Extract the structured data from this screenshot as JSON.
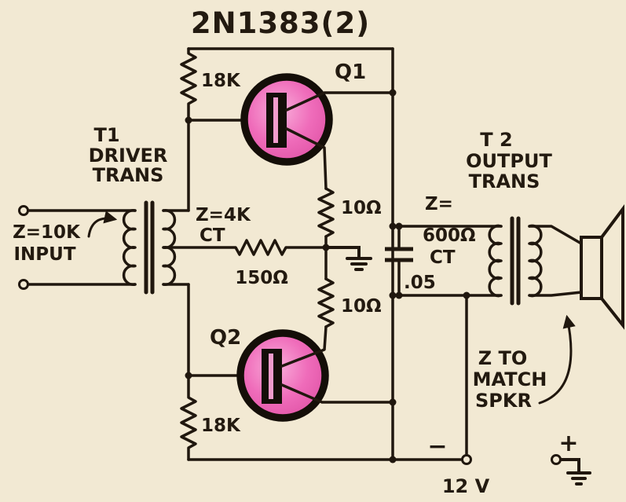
{
  "title": "2N1383(2)",
  "colors": {
    "background": "#f2e9d3",
    "ink": "#20170e",
    "transistor_pink": "#ee66b5"
  },
  "t1": {
    "name": "T1",
    "line2": "DRIVER",
    "line3": "TRANS",
    "impedance": "Z=4K",
    "tap": "CT"
  },
  "input": {
    "impedance": "Z=10K",
    "label": "INPUT"
  },
  "resistors": {
    "r18k_top": "18K",
    "r18k_bottom": "18K",
    "r150": "150Ω",
    "r10_top": "10Ω",
    "r10_bottom": "10Ω"
  },
  "transistors": {
    "q1": "Q1",
    "q2": "Q2"
  },
  "capacitor": {
    "value": ".05"
  },
  "t2": {
    "name": "T 2",
    "line2": "OUTPUT",
    "line3": "TRANS",
    "impedance_prefix": "Z=",
    "impedance": "600Ω",
    "tap": "CT"
  },
  "speaker_note": {
    "line1": "Z TO",
    "line2": "MATCH",
    "line3": "SPKR"
  },
  "power": {
    "voltage": "12 V",
    "minus": "−",
    "plus": "+"
  }
}
